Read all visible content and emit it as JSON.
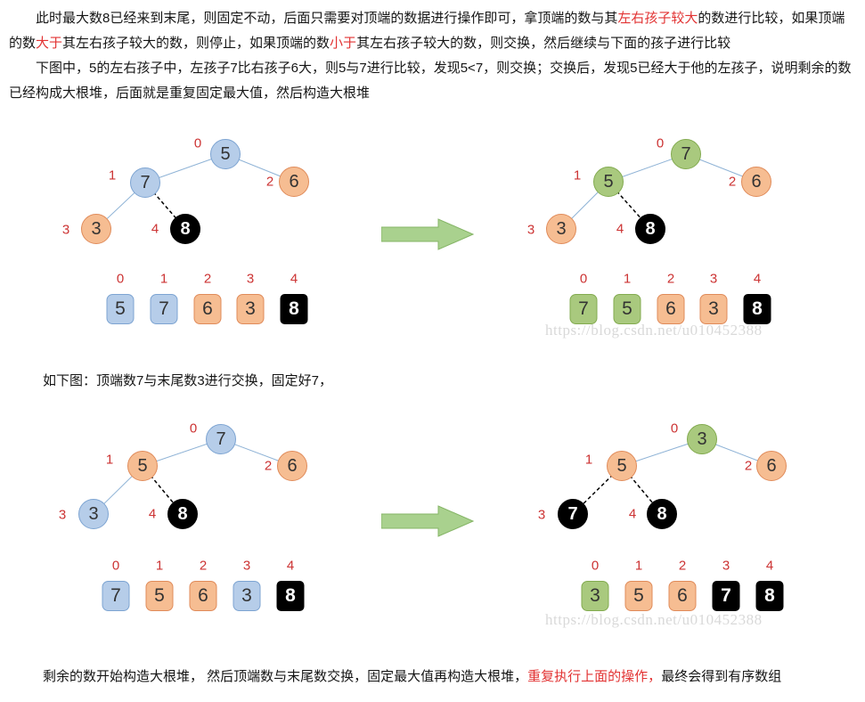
{
  "palette": {
    "node_blue_fill": "#b6cde9",
    "node_blue_border": "#7da4d2",
    "node_orange_fill": "#f6bd92",
    "node_orange_border": "#e08b5a",
    "node_green_fill": "#a9c97e",
    "node_green_border": "#83ab50",
    "node_black_fill": "#000000",
    "index_label_red": "#cc3333",
    "emphasis_red": "#e23333",
    "arrow_green": "#a9d18e",
    "edge_blue": "#8fb3d6",
    "watermark_gray": "#d9d9d9"
  },
  "paragraph1": {
    "seg0": "此时最大数8已经来到末尾，则固定不动，后面只需要对顶端的数据进行操作即可，拿顶端的数与其",
    "seg1": "左右孩子较大",
    "seg2": "的数进行比较，如果顶端的数",
    "seg3": "大于",
    "seg4": "其左右孩子较大的数，则停止，如果顶端的数",
    "seg5": "小于",
    "seg6": "其左右孩子较大的数，则交换，然后继续与下面的孩子进行比较"
  },
  "paragraph2": "下图中，5的左右孩子中，左孩子7比右孩子6大，则5与7进行比较，发现5<7，则交换；交换后，发现5已经大于他的左孩子，说明剩余的数已经构成大根堆，后面就是重复固定最大值，然后构造大根堆",
  "caption_mid": "如下图：顶端数7与末尾数3进行交换，固定好7，",
  "paragraph3": {
    "seg0": "剩余的数开始构造大根堆， 然后顶端数与末尾数交换，固定最大值再构造大根堆，",
    "seg1": "重复执行上面的操作，",
    "seg2": "最终会得到有序数组"
  },
  "watermark": "https://blog.csdn.net/u010452388",
  "trees": {
    "topLeft": {
      "nodes": [
        {
          "value": "5",
          "index": "0",
          "color": "blue"
        },
        {
          "value": "7",
          "index": "1",
          "color": "blue"
        },
        {
          "value": "6",
          "index": "2",
          "color": "orange"
        },
        {
          "value": "3",
          "index": "3",
          "color": "orange"
        },
        {
          "value": "8",
          "index": "4",
          "color": "black"
        }
      ]
    },
    "topRight": {
      "nodes": [
        {
          "value": "7",
          "index": "0",
          "color": "green"
        },
        {
          "value": "5",
          "index": "1",
          "color": "green"
        },
        {
          "value": "6",
          "index": "2",
          "color": "orange"
        },
        {
          "value": "3",
          "index": "3",
          "color": "orange"
        },
        {
          "value": "8",
          "index": "4",
          "color": "black"
        }
      ]
    },
    "bottomLeft": {
      "nodes": [
        {
          "value": "7",
          "index": "0",
          "color": "blue"
        },
        {
          "value": "5",
          "index": "1",
          "color": "orange"
        },
        {
          "value": "6",
          "index": "2",
          "color": "orange"
        },
        {
          "value": "3",
          "index": "3",
          "color": "blue"
        },
        {
          "value": "8",
          "index": "4",
          "color": "black"
        }
      ]
    },
    "bottomRight": {
      "nodes": [
        {
          "value": "3",
          "index": "0",
          "color": "green"
        },
        {
          "value": "5",
          "index": "1",
          "color": "orange"
        },
        {
          "value": "6",
          "index": "2",
          "color": "orange"
        },
        {
          "value": "7",
          "index": "3",
          "color": "black"
        },
        {
          "value": "8",
          "index": "4",
          "color": "black"
        }
      ]
    }
  },
  "arrays": {
    "topLeft": {
      "indices": [
        "0",
        "1",
        "2",
        "3",
        "4"
      ],
      "cells": [
        {
          "value": "5",
          "color": "blue"
        },
        {
          "value": "7",
          "color": "blue"
        },
        {
          "value": "6",
          "color": "orange"
        },
        {
          "value": "3",
          "color": "orange"
        },
        {
          "value": "8",
          "color": "black"
        }
      ]
    },
    "topRight": {
      "indices": [
        "0",
        "1",
        "2",
        "3",
        "4"
      ],
      "cells": [
        {
          "value": "7",
          "color": "green"
        },
        {
          "value": "5",
          "color": "green"
        },
        {
          "value": "6",
          "color": "orange"
        },
        {
          "value": "3",
          "color": "orange"
        },
        {
          "value": "8",
          "color": "black"
        }
      ]
    },
    "bottomLeft": {
      "indices": [
        "0",
        "1",
        "2",
        "3",
        "4"
      ],
      "cells": [
        {
          "value": "7",
          "color": "blue"
        },
        {
          "value": "5",
          "color": "orange"
        },
        {
          "value": "6",
          "color": "orange"
        },
        {
          "value": "3",
          "color": "blue"
        },
        {
          "value": "8",
          "color": "black"
        }
      ]
    },
    "bottomRight": {
      "indices": [
        "0",
        "1",
        "2",
        "3",
        "4"
      ],
      "cells": [
        {
          "value": "3",
          "color": "green"
        },
        {
          "value": "5",
          "color": "orange"
        },
        {
          "value": "6",
          "color": "orange"
        },
        {
          "value": "7",
          "color": "black"
        },
        {
          "value": "8",
          "color": "black"
        }
      ]
    }
  }
}
